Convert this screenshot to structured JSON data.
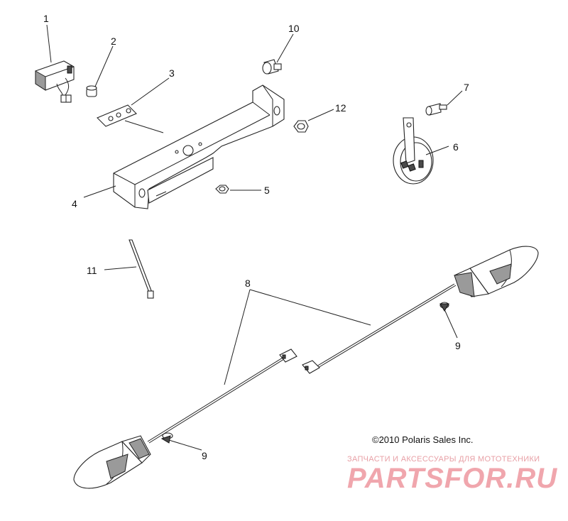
{
  "callouts": [
    "1",
    "2",
    "3",
    "4",
    "5",
    "6",
    "7",
    "8",
    "9",
    "9",
    "10",
    "11",
    "12"
  ],
  "copyright": "©2010 Polaris Sales Inc.",
  "watermark": {
    "subtitle": "ЗАПЧАСТИ И АКСЕССУАРЫ ДЛЯ МОТОТЕХНИКИ",
    "logo": "PARTSFOR.RU"
  }
}
